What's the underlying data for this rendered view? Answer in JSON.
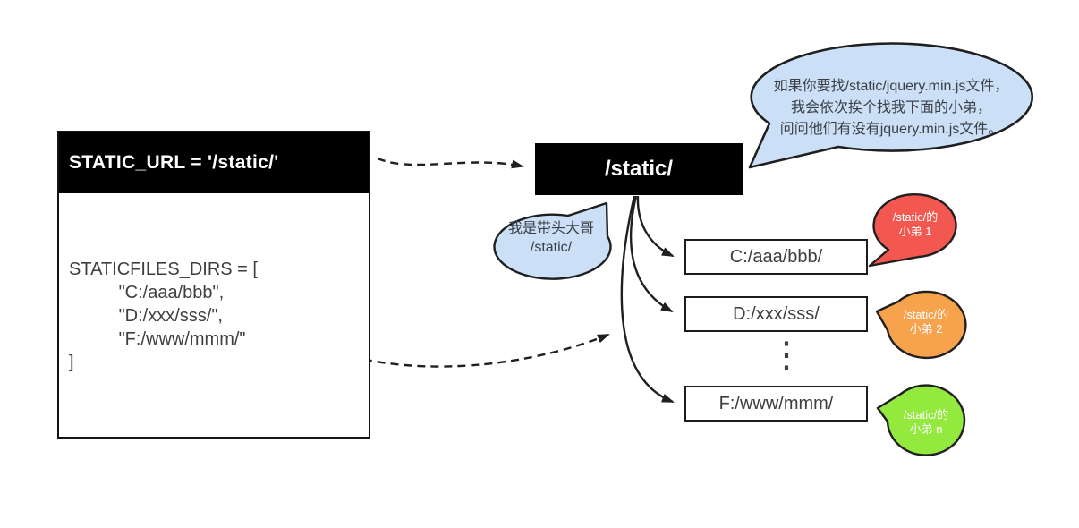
{
  "colors": {
    "background": "#ffffff",
    "node_bg": "#000000",
    "node_text": "#ffffff",
    "outline": "#1f1f1f",
    "bubble_blue": "#cbe0f7",
    "bubble_red": "#f25850",
    "bubble_orange": "#f7a24d",
    "bubble_green": "#94e93f"
  },
  "settings_box": {
    "title": "STATIC_URL = '/static/'",
    "code_lines": [
      "STATICFILES_DIRS = [",
      "          \"C:/aaa/bbb\",",
      "          \"D:/xxx/sss/\",",
      "          \"F:/www/mmm/\"",
      "]"
    ]
  },
  "static_node": {
    "label": "/static/"
  },
  "dir_nodes": [
    {
      "label": "C:/aaa/bbb/"
    },
    {
      "label": "D:/xxx/sss/"
    },
    {
      "label": "F:/www/mmm/"
    }
  ],
  "ellipsis": "⋮",
  "bubbles": {
    "boss_speech": {
      "lines": [
        "如果你要找/static/jquery.min.js文件，",
        "我会依次挨个找我下面的小弟，",
        "问问他们有没有jquery.min.js文件。"
      ]
    },
    "boss_intro": {
      "lines": [
        "我是带头大哥",
        "/static/"
      ]
    },
    "minions": [
      {
        "lines": [
          "/static/的",
          "小弟 1"
        ]
      },
      {
        "lines": [
          "/static/的",
          "小弟 2"
        ]
      },
      {
        "lines": [
          "/static/的",
          "小弟 n"
        ]
      }
    ]
  }
}
